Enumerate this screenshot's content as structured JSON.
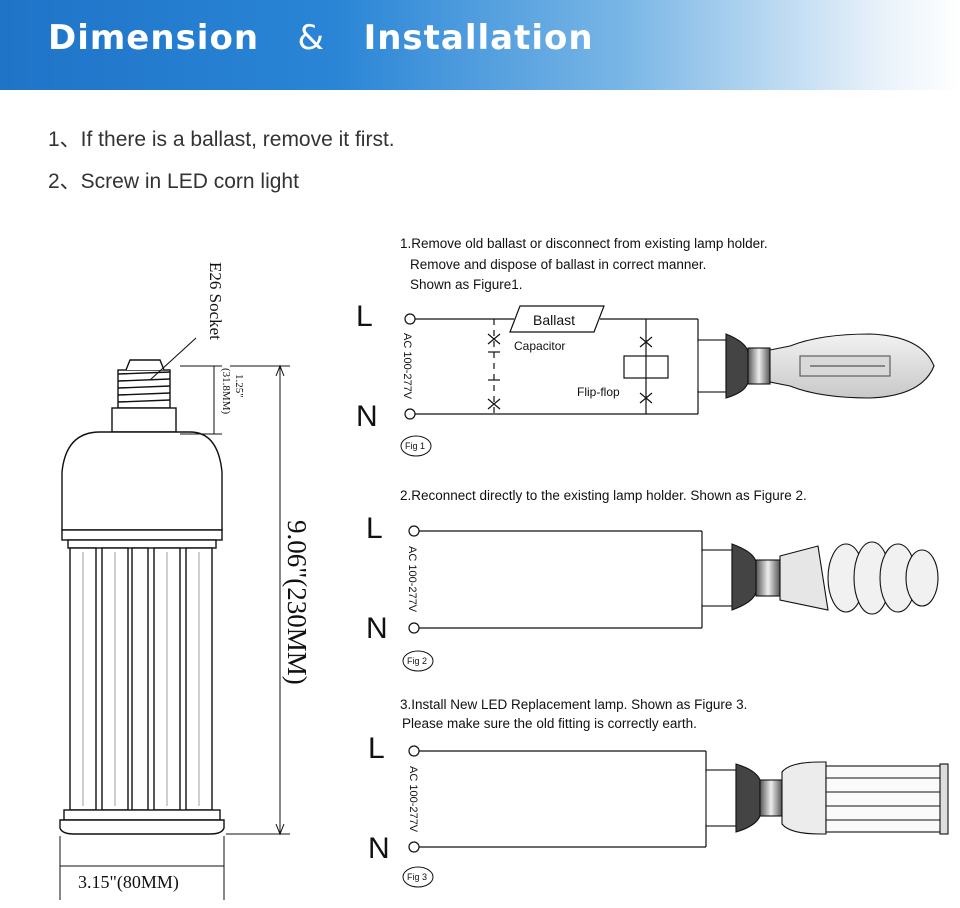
{
  "header": {
    "title_part1": "Dimension",
    "ampersand": "&",
    "title_part2": "Installation"
  },
  "steps": [
    "1、If there is a ballast, remove it first.",
    "2、Screw in LED corn light"
  ],
  "lamp_dimensions": {
    "socket_label": "E26 Socket",
    "socket_height_in": "1.25\"",
    "socket_height_mm": "(31.8MM)",
    "total_height": "9.06\"(230MM)",
    "width": "3.15\"(80MM)"
  },
  "figures": [
    {
      "line1": "1.Remove old ballast or disconnect from existing lamp holder.",
      "line2": "Remove and dispose of ballast in correct manner.",
      "line3": "Shown as Figure1.",
      "L": "L",
      "N": "N",
      "voltage": "AC 100-277V",
      "ballast": "Ballast",
      "capacitor": "Capacitor",
      "flipflop": "Flip-flop",
      "tag": "Fig 1"
    },
    {
      "line1": "2.Reconnect directly to the existing lamp holder. Shown as Figure 2.",
      "L": "L",
      "N": "N",
      "voltage": "AC 100-277V",
      "tag": "Fig 2"
    },
    {
      "line1": "3.Install New LED Replacement lamp. Shown as Figure 3.",
      "line2": "Please make  sure the old fitting is correctly earth.",
      "L": "L",
      "N": "N",
      "voltage": "AC 100-277V",
      "tag": "Fig 3"
    }
  ]
}
